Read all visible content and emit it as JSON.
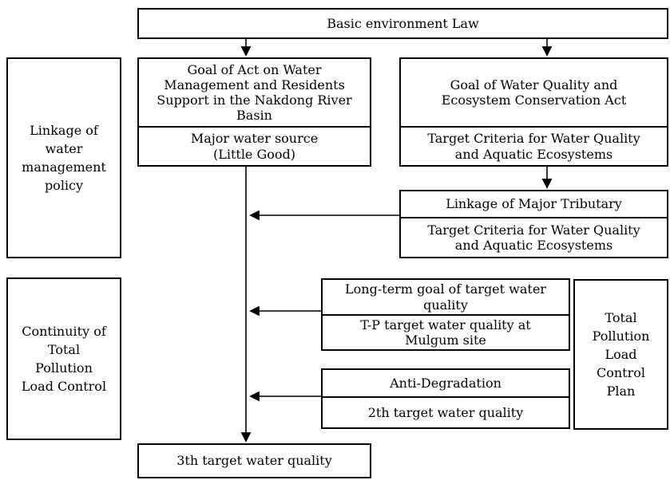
{
  "colors": {
    "line": "#000000",
    "background": "#ffffff",
    "text": "#000000"
  },
  "boxes": {
    "basic_law": {
      "label": "Basic environment Law"
    },
    "linkage_policy": {
      "label": "Linkage of\nwater\nmanagement\npolicy"
    },
    "goal_nakdong": {
      "title": "Goal of Act on Water\nManagement and Residents\nSupport in the Nakdong River\nBasin",
      "subtitle": "Major water source\n(Little Good)"
    },
    "goal_water_quality": {
      "title": "Goal of Water Quality and\nEcosystem Conservation Act",
      "subtitle": "Target Criteria for Water Quality\nand Aquatic Ecosystems"
    },
    "linkage_tributary": {
      "title": "Linkage of Major Tributary",
      "subtitle": "Target Criteria for Water Quality\nand Aquatic Ecosystems"
    },
    "continuity": {
      "label": "Continuity of\nTotal\nPollution\nLoad Control"
    },
    "long_term": {
      "title": "Long-term goal of target water\nquality",
      "subtitle": "T-P target water quality at\nMulgum site"
    },
    "total_plan": {
      "label": "Total\nPollution\nLoad\nControl\nPlan"
    },
    "anti_degradation": {
      "title": "Anti-Degradation",
      "subtitle": "2th target water quality"
    },
    "third_target": {
      "label": "3th target water quality"
    }
  }
}
